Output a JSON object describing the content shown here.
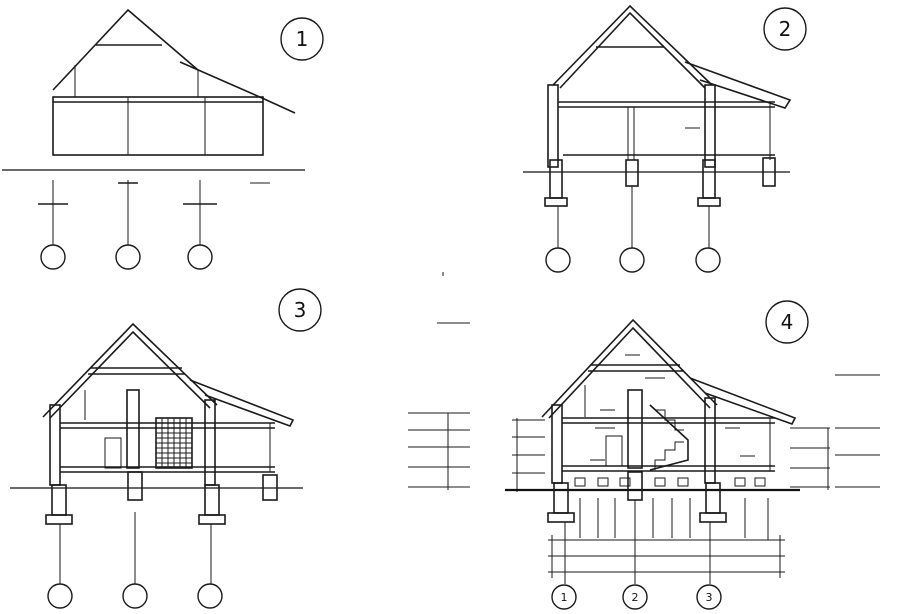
{
  "panels": [
    {
      "id": "1",
      "label": "1"
    },
    {
      "id": "2",
      "label": "2"
    },
    {
      "id": "3",
      "label": "3"
    },
    {
      "id": "4",
      "label": "4"
    }
  ],
  "axis_labels_panel4": [
    "1",
    "2",
    "3"
  ]
}
